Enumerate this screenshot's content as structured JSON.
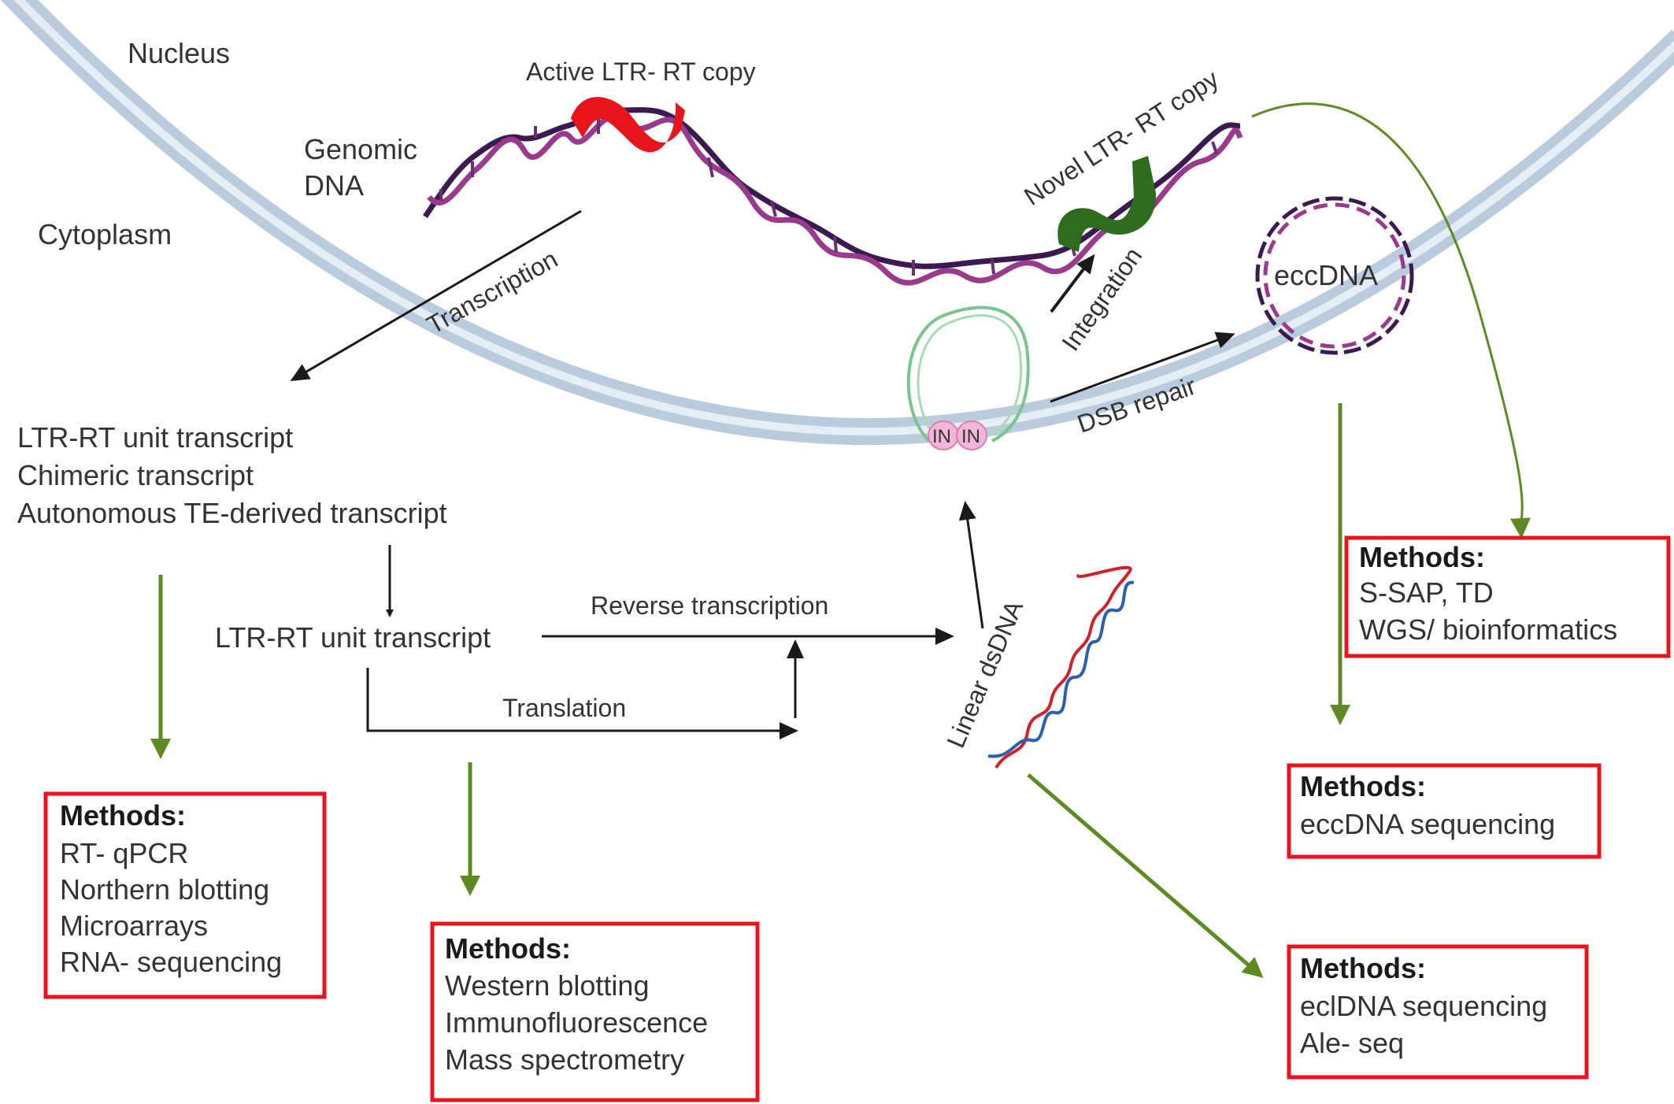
{
  "labels": {
    "nucleus": "Nucleus",
    "cytoplasm": "Cytoplasm",
    "genomic_dna_line1": "Genomic",
    "genomic_dna_line2": "DNA",
    "active_copy": "Active LTR- RT copy",
    "novel_copy": "Novel LTR- RT copy",
    "eccdna": "eccDNA",
    "integration": "Integration",
    "dsb_repair": "DSB repair",
    "transcription": "Transcription",
    "transcript_list": [
      "LTR-RT unit transcript",
      "Chimeric transcript",
      "Autonomous TE-derived transcript"
    ],
    "unit_transcript": "LTR-RT unit transcript",
    "reverse_transcription": "Reverse transcription",
    "translation": "Translation",
    "linear_dsdna": "Linear dsDNA",
    "integrase_1": "IN",
    "integrase_2": "IN"
  },
  "method_boxes": [
    {
      "heading": "Methods:",
      "items": [
        "RT- qPCR",
        "Northern blotting",
        "Microarrays",
        "RNA- sequencing"
      ]
    },
    {
      "heading": "Methods:",
      "items": [
        "Western blotting",
        "Immunofluorescence",
        "Mass spectrometry"
      ]
    },
    {
      "heading": "Methods:",
      "items": [
        "eclDNA sequencing",
        "Ale- seq"
      ]
    },
    {
      "heading": "Methods:",
      "items": [
        "eccDNA sequencing"
      ]
    },
    {
      "heading": "Methods:",
      "items": [
        "S-SAP, TD",
        "WGS/ bioinformatics"
      ]
    }
  ],
  "colors": {
    "membrane": "#b9cbdc",
    "membrane_inner": "#e6eef5",
    "active_copy": "#e8141c",
    "novel_copy": "#2f6b1f",
    "green_arrow": "#5e8a23",
    "box_border": "#e8141c",
    "dna_dark": "#3b1a4f",
    "dna_light": "#9a3a8c"
  }
}
